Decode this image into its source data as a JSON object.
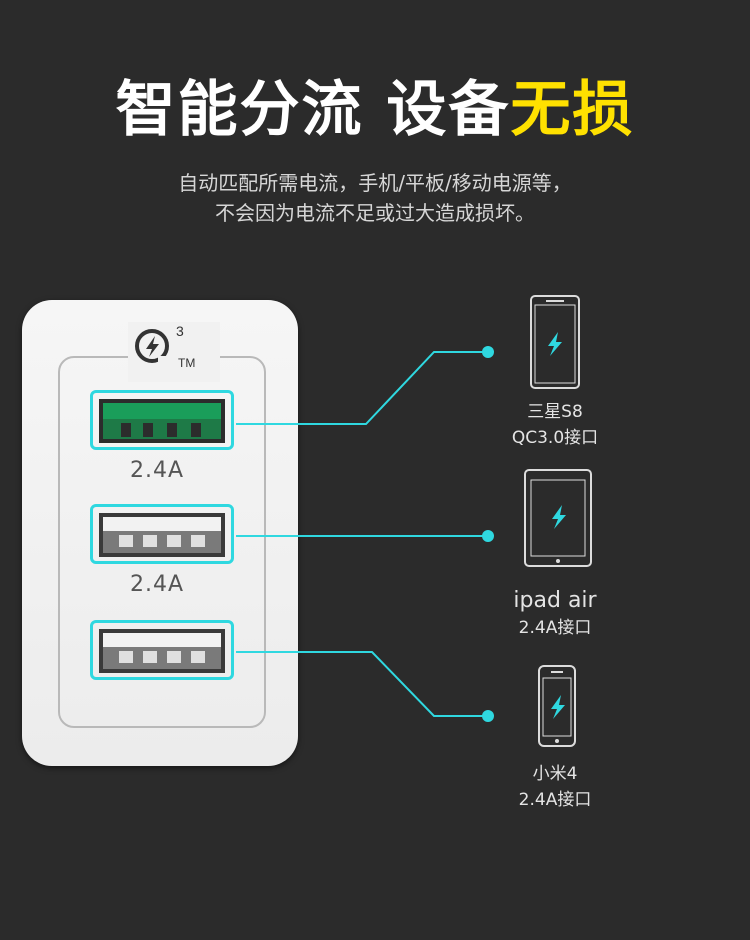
{
  "headline": {
    "main": "智能分流 设备",
    "accent": "无损",
    "accent_color": "#ffe100"
  },
  "subtitle": {
    "line1": "自动匹配所需电流，手机/平板/移动电源等，",
    "line2": "不会因为电流不足或过大造成损坏。"
  },
  "charger": {
    "logo_superscript": "3",
    "logo_trademark": "TM",
    "logo_icon": "quick-charge-bolt-icon",
    "ports": [
      {
        "label": "2.4A",
        "type": "qc3"
      },
      {
        "label": "2.4A",
        "type": "usb"
      },
      {
        "label": "",
        "type": "usb"
      }
    ]
  },
  "devices": [
    {
      "name": "三星S8",
      "port": "QC3.0接口",
      "icon": "smartphone-icon"
    },
    {
      "name": "ipad air",
      "port": "2.4A接口",
      "icon": "tablet-icon"
    },
    {
      "name": "小米4",
      "port": "2.4A接口",
      "icon": "phone-icon"
    }
  ],
  "colors": {
    "background": "#2b2b2b",
    "connector": "#2fd8e0",
    "qc_port": "#1a9e5a"
  }
}
